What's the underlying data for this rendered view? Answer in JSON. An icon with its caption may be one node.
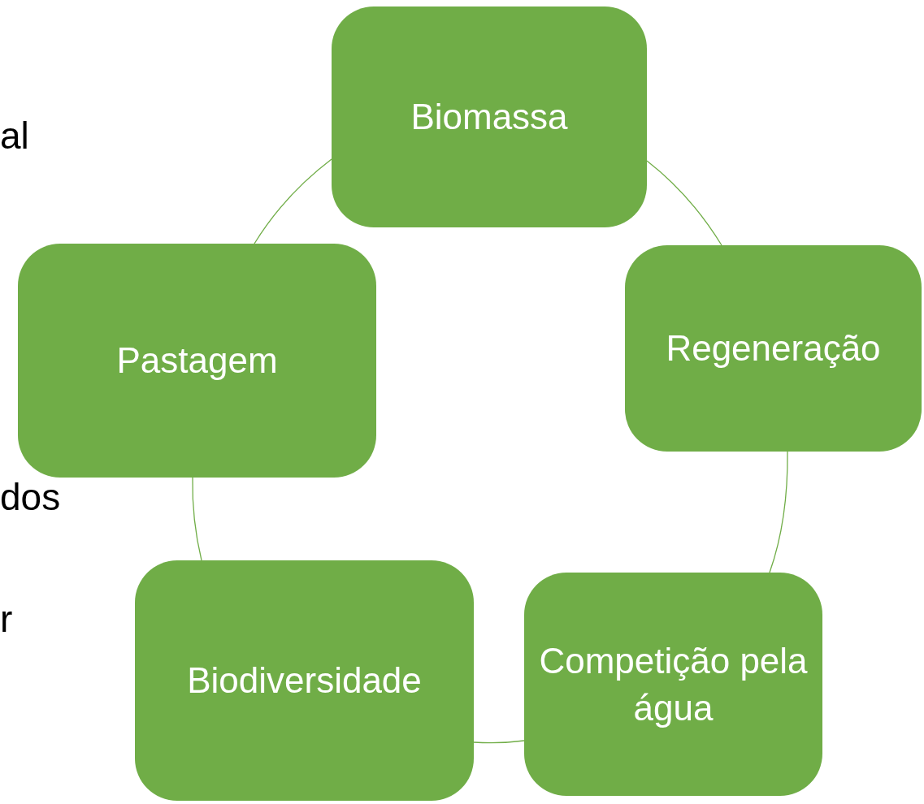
{
  "diagram": {
    "nodes": [
      {
        "text": [
          "Biomassa"
        ]
      },
      {
        "text": [
          "Regeneração"
        ]
      },
      {
        "text": [
          "Competição pela água"
        ]
      },
      {
        "text": [
          "Biodiversidade"
        ]
      },
      {
        "text": [
          "Pastagem"
        ]
      }
    ],
    "edges": [
      {
        "from": 0,
        "to": 1,
        "arrow": "none"
      },
      {
        "from": 1,
        "to": 2,
        "arrow": "none"
      },
      {
        "from": 2,
        "to": 3,
        "arrow": "none"
      },
      {
        "from": 3,
        "to": 4,
        "arrow": "none"
      },
      {
        "from": 4,
        "to": 0,
        "arrow": "none"
      }
    ],
    "labels": [
      "al",
      "dos",
      "r"
    ]
  }
}
